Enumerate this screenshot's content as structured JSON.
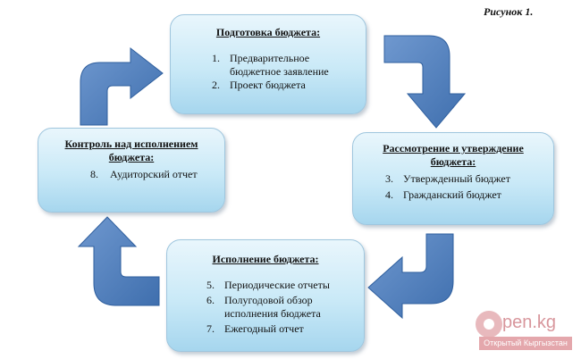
{
  "caption": "Рисунок 1.",
  "stages": {
    "prep": {
      "title": "Подготовка бюджета:",
      "items": [
        {
          "num": "1.",
          "text": "Предварительное бюджетное заявление"
        },
        {
          "num": "2.",
          "text": "Проект бюджета"
        }
      ]
    },
    "review": {
      "title": "Рассмотрение и утверждение бюджета:",
      "items": [
        {
          "num": "3.",
          "text": "Утвержденный бюджет"
        },
        {
          "num": "4.",
          "text": "Гражданский бюджет"
        }
      ]
    },
    "exec": {
      "title": "Исполнение бюджета:",
      "items": [
        {
          "num": "5.",
          "text": "Периодические отчеты"
        },
        {
          "num": "6.",
          "text": "Полугодовой обзор исполнения бюджета"
        },
        {
          "num": "7.",
          "text": "Ежегодный отчет"
        }
      ]
    },
    "control": {
      "title": "Контроль над исполнением бюджета:",
      "items": [
        {
          "num": "8.",
          "text": "Аудиторский отчет"
        }
      ]
    }
  },
  "arrow_color": "#4f7fbe",
  "watermark": {
    "name": "pen.kg",
    "subtitle": "Открытый Кыргызстан"
  }
}
